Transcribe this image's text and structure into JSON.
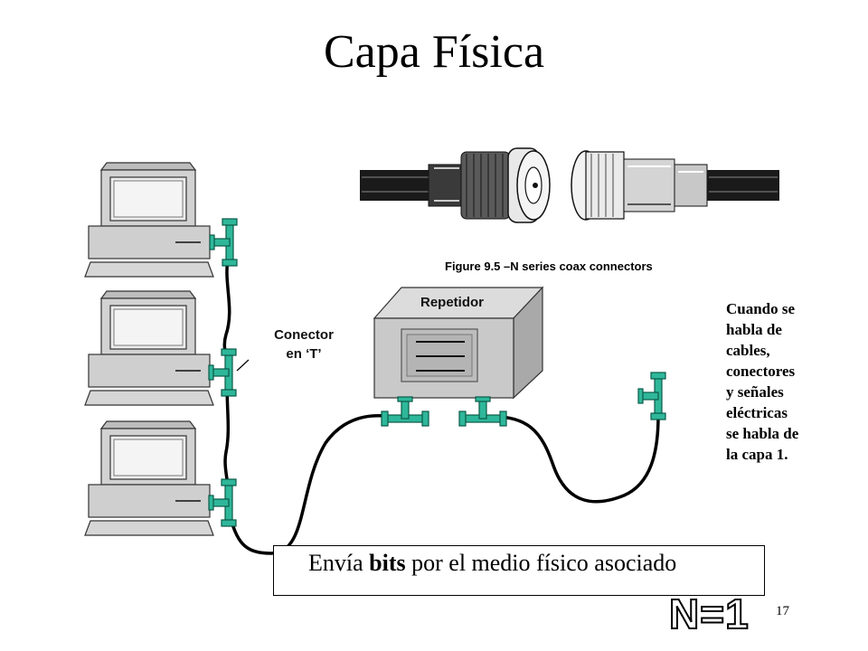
{
  "title": "Capa Física",
  "figure_caption": "Figure 9.5 –N series coax connectors",
  "repeater_label": "Repetidor",
  "connector_label_line1": "Conector",
  "connector_label_line2": "en ‘T’",
  "side_text": {
    "lines": [
      "Cuando se",
      "habla de",
      "cables,",
      "conectores",
      "y señales",
      "eléctricas",
      "se habla de",
      "la  capa 1."
    ]
  },
  "box_text": {
    "pre": "Envía ",
    "bold": "bits",
    "post": " por el medio físico asociado"
  },
  "layer_label": "N=1",
  "page_number": "17",
  "colors": {
    "connector_fill": "#2fb79a",
    "cable": "#000000",
    "repeater_face": "#c9c9c9"
  }
}
